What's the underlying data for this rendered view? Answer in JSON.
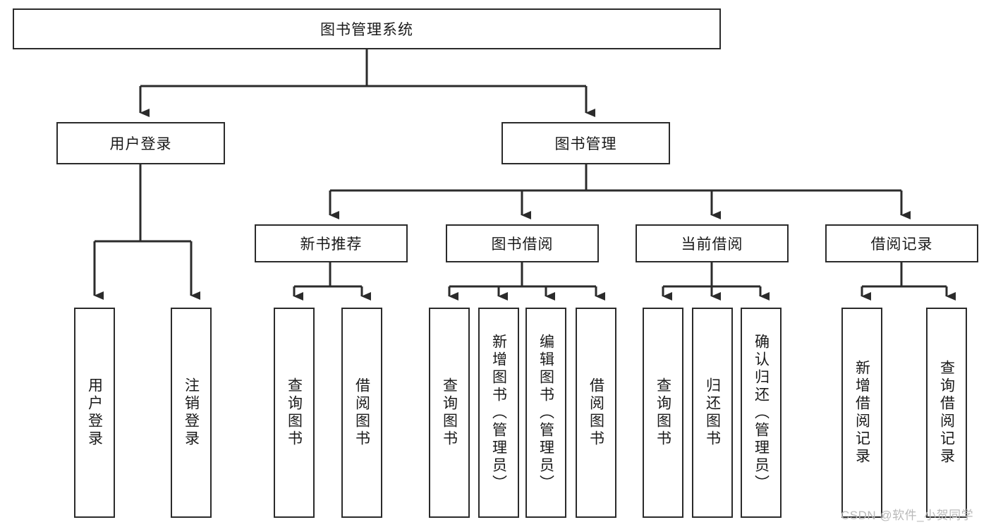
{
  "diagram": {
    "title": "图书管理系统",
    "type": "tree-hierarchy-diagram",
    "root": {
      "id": "root",
      "label": "图书管理系统",
      "orientation": "horizontal"
    },
    "level2": [
      {
        "id": "user-login",
        "label": "用户登录",
        "orientation": "horizontal"
      },
      {
        "id": "book-management",
        "label": "图书管理",
        "orientation": "horizontal"
      }
    ],
    "level3": [
      {
        "id": "new-book-recommend",
        "label": "新书推荐",
        "orientation": "horizontal",
        "parent": "book-management"
      },
      {
        "id": "book-borrow",
        "label": "图书借阅",
        "orientation": "horizontal",
        "parent": "book-management"
      },
      {
        "id": "current-borrow",
        "label": "当前借阅",
        "orientation": "horizontal",
        "parent": "book-management"
      },
      {
        "id": "borrow-record",
        "label": "借阅记录",
        "orientation": "horizontal",
        "parent": "book-management"
      }
    ],
    "leaves": [
      {
        "id": "leaf-user-login",
        "label": "用户登录",
        "parent": "user-login",
        "orientation": "vertical"
      },
      {
        "id": "leaf-user-logout",
        "label": "注销登录",
        "parent": "user-login",
        "orientation": "vertical"
      },
      {
        "id": "leaf-query-book-1",
        "label": "查询图书",
        "parent": "new-book-recommend",
        "orientation": "vertical"
      },
      {
        "id": "leaf-borrow-book-1",
        "label": "借阅图书",
        "parent": "new-book-recommend",
        "orientation": "vertical"
      },
      {
        "id": "leaf-query-book-2",
        "label": "查询图书",
        "parent": "book-borrow",
        "orientation": "vertical"
      },
      {
        "id": "leaf-add-book",
        "label": "新增图书（管理员）",
        "parent": "book-borrow",
        "orientation": "vertical"
      },
      {
        "id": "leaf-edit-book",
        "label": "编辑图书（管理员）",
        "parent": "book-borrow",
        "orientation": "vertical"
      },
      {
        "id": "leaf-borrow-book-2",
        "label": "借阅图书",
        "parent": "book-borrow",
        "orientation": "vertical"
      },
      {
        "id": "leaf-query-book-3",
        "label": "查询图书",
        "parent": "current-borrow",
        "orientation": "vertical"
      },
      {
        "id": "leaf-return-book",
        "label": "归还图书",
        "parent": "current-borrow",
        "orientation": "vertical"
      },
      {
        "id": "leaf-confirm-return",
        "label": "确认归还（管理员）",
        "parent": "current-borrow",
        "orientation": "vertical"
      },
      {
        "id": "leaf-add-record",
        "label": "新增借阅记录",
        "parent": "borrow-record",
        "orientation": "vertical"
      },
      {
        "id": "leaf-query-record",
        "label": "查询借阅记录",
        "parent": "borrow-record",
        "orientation": "vertical"
      }
    ],
    "colors": {
      "stroke": "#2b2b2b",
      "fill": "#ffffff",
      "text": "#1a1a1a",
      "watermark": "#b9b9b9"
    }
  },
  "watermark": {
    "text": "CSDN @软件_小贺同学"
  }
}
